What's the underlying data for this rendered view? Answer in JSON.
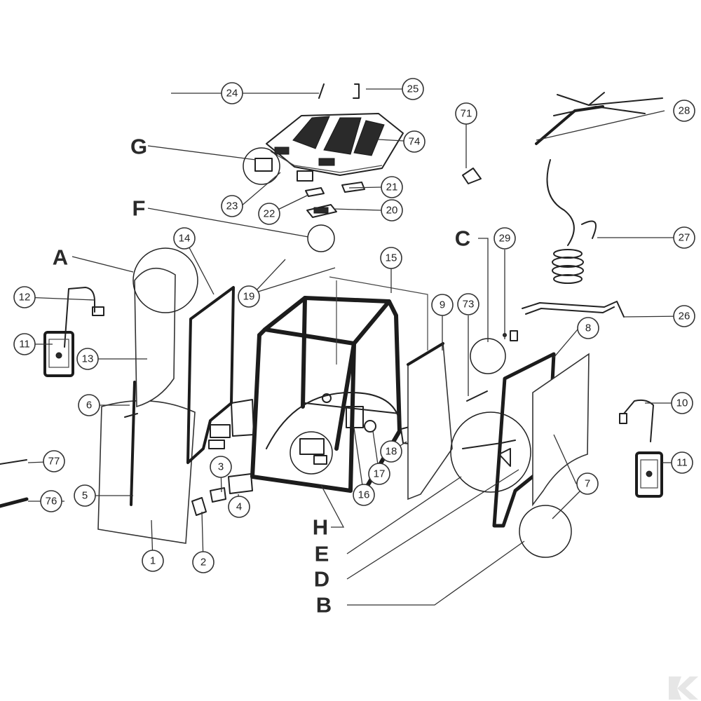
{
  "part_callouts": [
    "1",
    "2",
    "3",
    "4",
    "5",
    "6",
    "7",
    "8",
    "9",
    "10",
    "11",
    "11",
    "12",
    "13",
    "14",
    "15",
    "16",
    "17",
    "18",
    "19",
    "20",
    "21",
    "22",
    "23",
    "24",
    "25",
    "26",
    "27",
    "28",
    "29",
    "71",
    "73",
    "74",
    "76",
    "77"
  ],
  "detail_letters": [
    "A",
    "B",
    "C",
    "D",
    "E",
    "F",
    "G",
    "H"
  ]
}
